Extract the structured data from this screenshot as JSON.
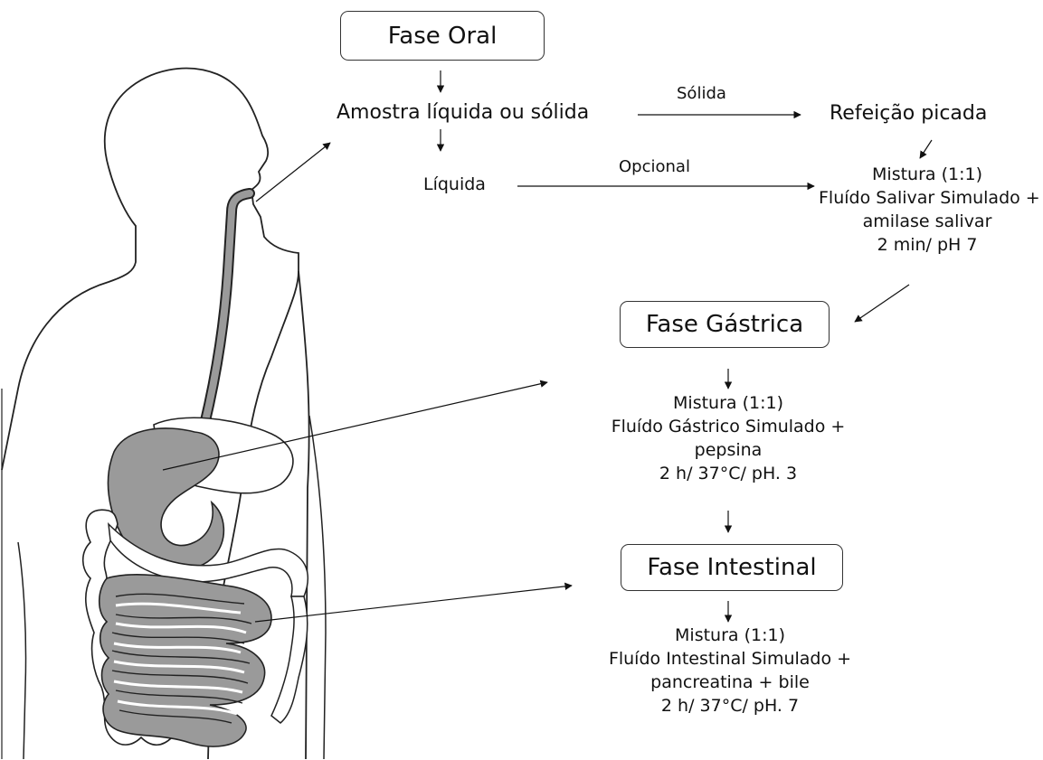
{
  "oral": {
    "title": "Fase Oral",
    "sample": "Amostra líquida ou sólida",
    "solid_label": "Sólida",
    "meal": "Refeição picada",
    "liquid": "Líquida",
    "optional_label": "Opcional",
    "mix_lines": [
      "Mistura (1:1)",
      "Fluído Salivar Simulado  +",
      "amilase salivar",
      "2 min/ pH 7"
    ]
  },
  "gastric": {
    "title": "Fase Gástrica",
    "mix_lines": [
      "Mistura (1:1)",
      "Fluído Gástrico Simulado  +",
      "pepsina",
      "2 h/ 37°C/ pH. 3"
    ]
  },
  "intestinal": {
    "title": "Fase Intestinal",
    "mix_lines": [
      "Mistura (1:1)",
      "Fluído Intestinal Simulado  +",
      "pancreatina + bile",
      "2 h/ 37°C/ pH. 7"
    ]
  },
  "colors": {
    "organ_fill": "#9a9a9a",
    "outline": "#222222",
    "text": "#111111"
  }
}
